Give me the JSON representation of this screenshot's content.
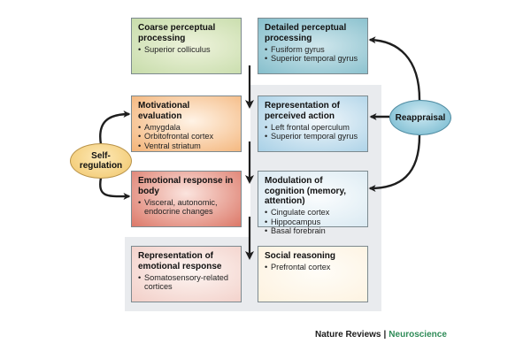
{
  "boxes": {
    "coarse": {
      "title": "Coarse perceptual processing",
      "items": [
        "Superior colliculus"
      ]
    },
    "detailed": {
      "title": "Detailed perceptual processing",
      "items": [
        "Fusiform gyrus",
        "Superior temporal gyrus"
      ]
    },
    "motivational": {
      "title": "Motivational evaluation",
      "items": [
        "Amygdala",
        "Orbitofrontal cortex",
        "Ventral striatum"
      ]
    },
    "perceived_action": {
      "title": "Representation of perceived action",
      "items": [
        "Left frontal operculum",
        "Superior temporal gyrus"
      ]
    },
    "emotional_response": {
      "title": "Emotional response in body",
      "items": [
        "Visceral, autonomic, endocrine changes"
      ]
    },
    "modulation": {
      "title": "Modulation of cognition (memory, attention)",
      "items": [
        "Cingulate cortex",
        "Hippocampus",
        "Basal forebrain"
      ]
    },
    "representation_emotional": {
      "title": "Representation of emotional response",
      "items": [
        "Somatosensory-related cortices"
      ]
    },
    "social": {
      "title": "Social reasoning",
      "items": [
        "Prefrontal cortex"
      ]
    }
  },
  "ellipses": {
    "self_regulation": "Self-\nregulation",
    "reappraisal": "Reappraisal"
  },
  "credit": {
    "publisher": "Nature Reviews",
    "separator": "|",
    "journal": "Neuroscience"
  },
  "colors": {
    "coarse": "#c7dcaa",
    "detailed": "#86bfcc",
    "motivational": "#f3b377",
    "perceived_action": "#a8d0e6",
    "emotional_response": "#dc7868",
    "modulation": "#d7e8f1",
    "representation_emotional": "#f2cfc8",
    "social": "#fdf2df",
    "self_regulation": "#f1c669",
    "reappraisal": "#6fb6cd",
    "journal_text": "#2e8b57"
  }
}
